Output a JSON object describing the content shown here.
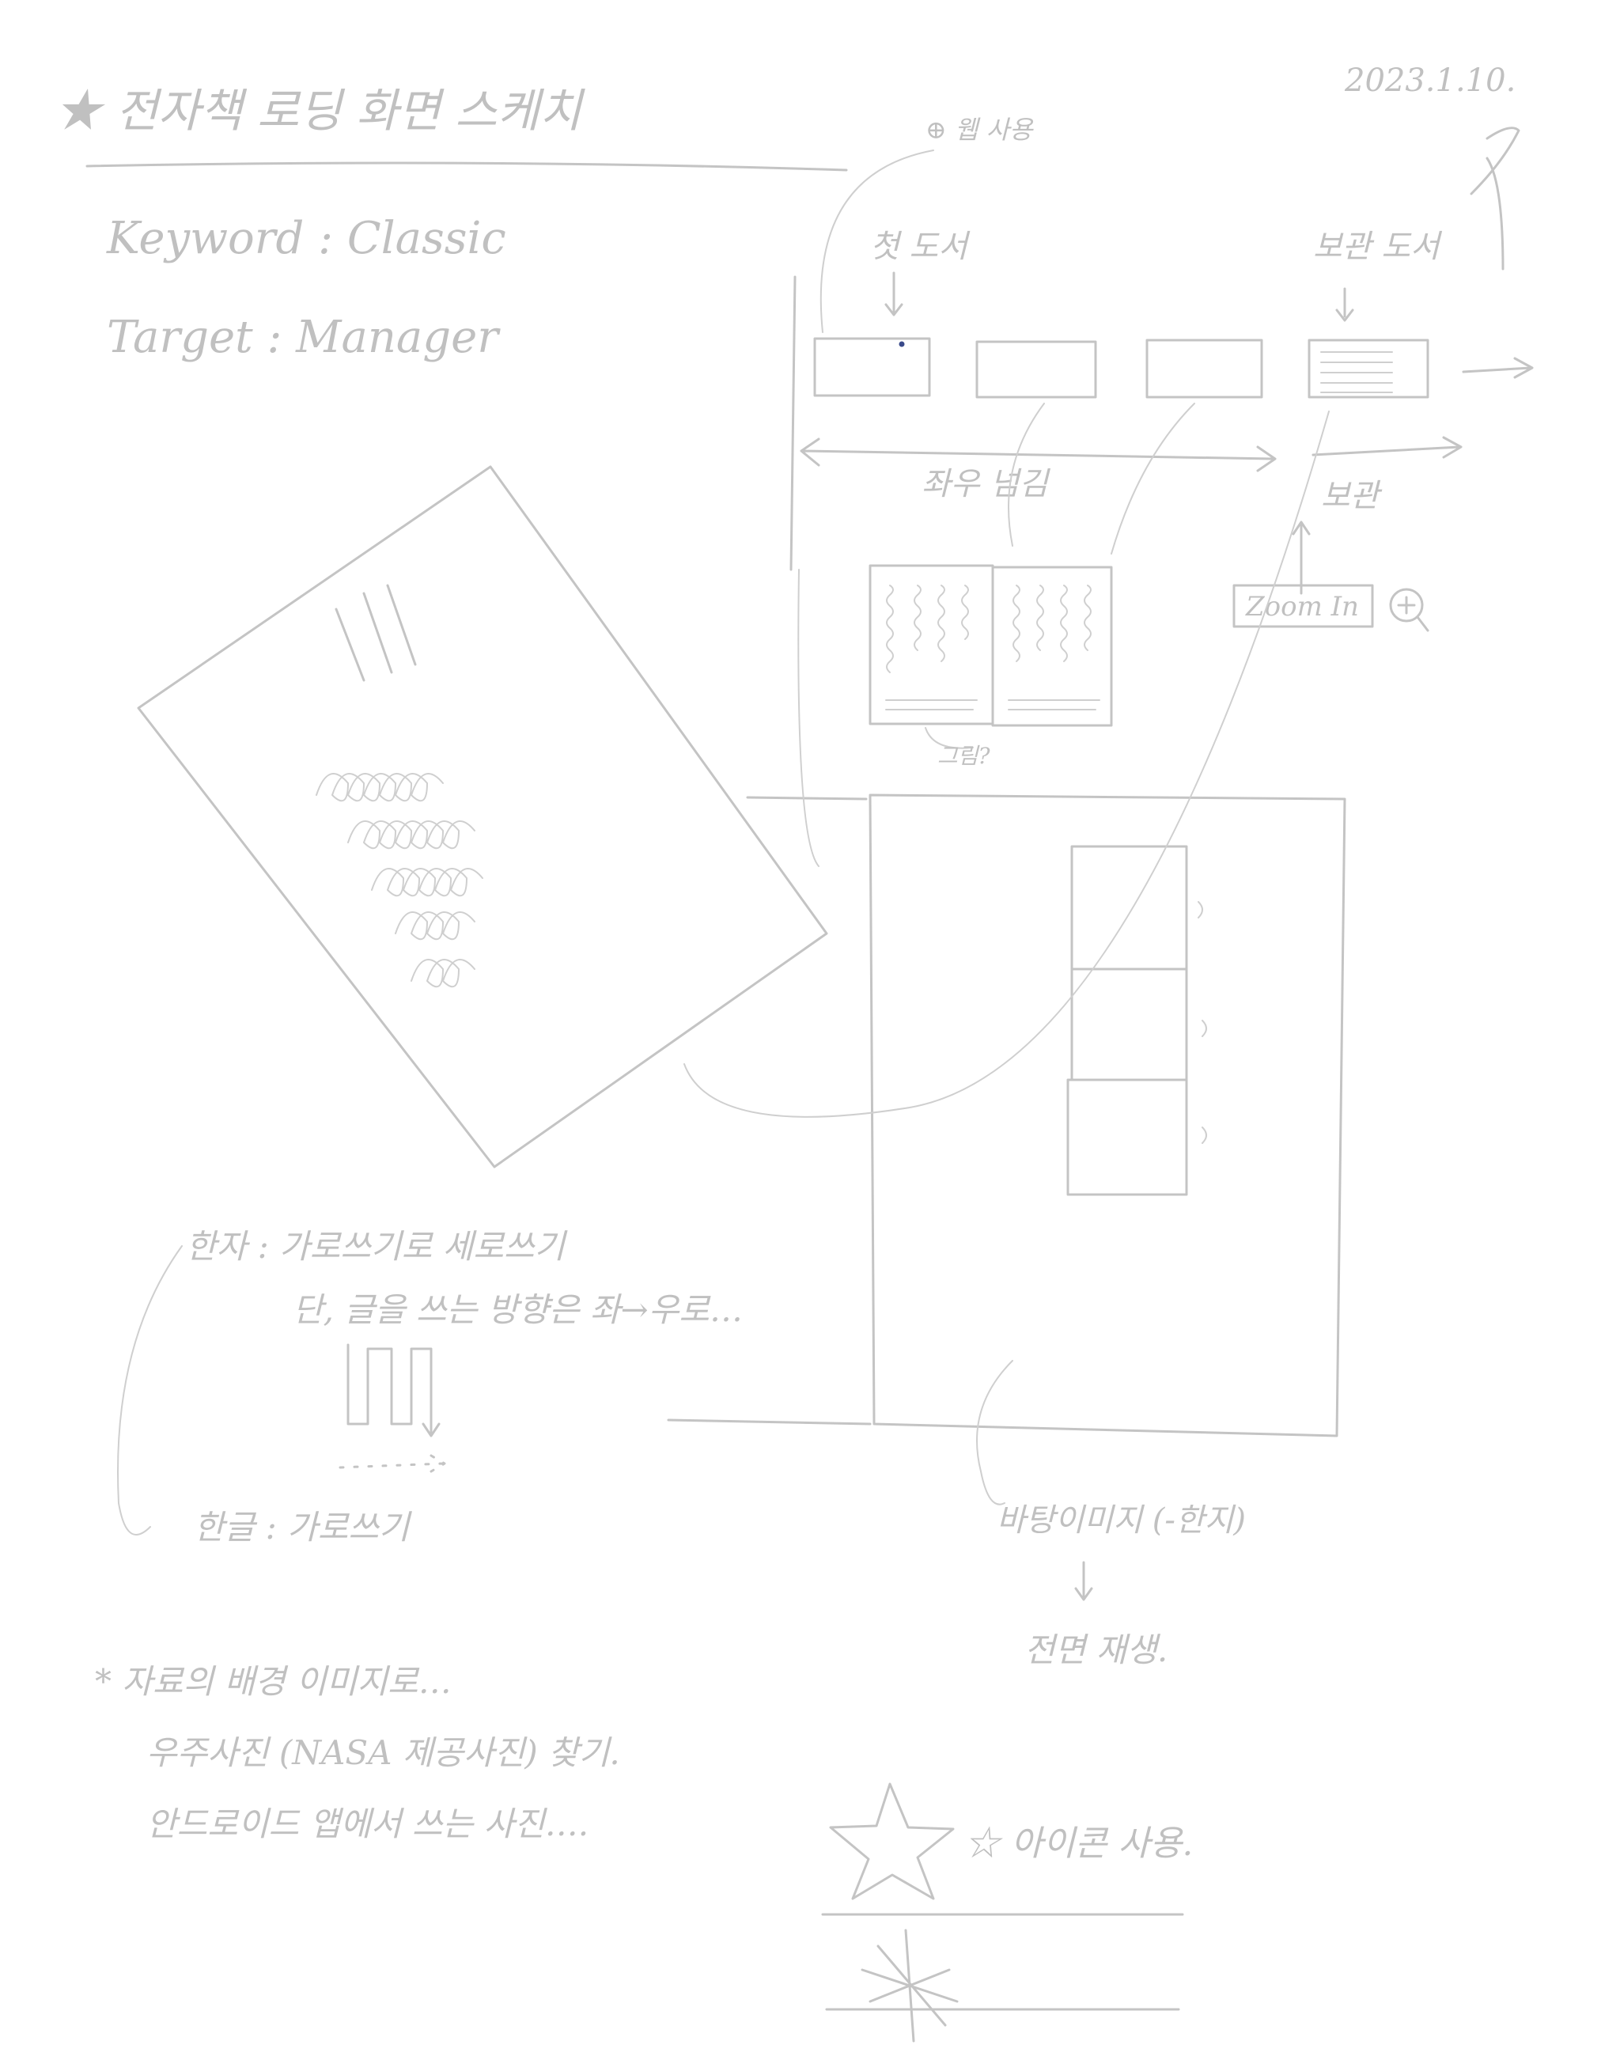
{
  "header": {
    "title": "★ 전자책 로딩 화면 스케치",
    "date": "2023.1.10."
  },
  "brief": {
    "keyword": "Keyword : Classic",
    "target": "Target : Manager"
  },
  "flow": {
    "annotation_top": "⊕ 웹 사용",
    "first_label": "첫 도서",
    "last_label": "보관 도서",
    "swipe_label": "좌우 넘김",
    "more_label": "보관",
    "zoom_button": "Zoom In",
    "page_caption": "그림?"
  },
  "notes": {
    "hanja_line1": "한자 : 가로쓰기로 세로쓰기",
    "hanja_line2": "단, 글을 쓰는 방향은 좌→우로…",
    "hangul_line": "한글 : 가로쓰기",
    "background_label": "바탕이미지 (-한지)",
    "background_sub": "전면 재생.",
    "star_note": "* 자료의 배경 이미지로…",
    "star_line1": "우주사진 (NASA 제공사진) 찾기.",
    "star_line2": "안드로이드 앱에서 쓰는 사진…."
  },
  "legend": {
    "star_label": "☆ 아이콘 사용."
  },
  "colors": {
    "ink": "#c4c4c4",
    "dot": "#3a4a8a"
  }
}
